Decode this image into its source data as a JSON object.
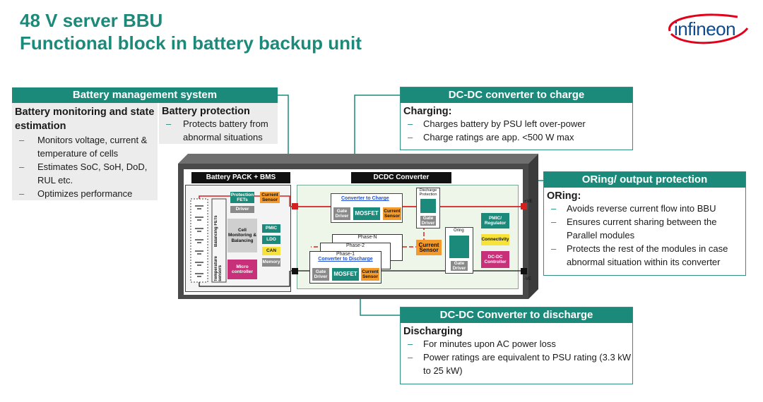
{
  "slide": {
    "title_line1": "48 V server BBU",
    "title_line2": "Functional block in battery backup unit"
  },
  "logo": {
    "text": "infineon",
    "color": "#0d4b8c",
    "accent": "#e2001a"
  },
  "colors": {
    "teal": "#1b8a7a",
    "orange": "#f39a2a",
    "pink": "#c9307a",
    "red": "#d62020",
    "yellow": "#f7e23a"
  },
  "bms_callout": {
    "header": "Battery management system",
    "left_title": "Battery monitoring and state estimation",
    "left_items": [
      "Monitors voltage, current & temperature of cells",
      "Estimates SoC, SoH, DoD, RUL etc.",
      "Optimizes performance"
    ],
    "right_title": "Battery protection",
    "right_items": [
      "Protects battery from abnormal situations"
    ]
  },
  "charge_callout": {
    "header": "DC-DC converter to charge",
    "title": "Charging:",
    "items": [
      "Charges battery by PSU left over-power",
      "Charge ratings are app. <500 W max"
    ]
  },
  "oring_callout": {
    "header": "ORing/ output protection",
    "title": "ORing:",
    "items": [
      "Avoids reverse current flow into BBU",
      "Ensures current sharing between the Parallel modules",
      "Protects the rest of the modules in case abnormal situation within its converter"
    ]
  },
  "discharge_callout": {
    "header": "DC-DC Converter to discharge",
    "title": "Discharging",
    "items": [
      "For minutes upon AC power loss",
      "Power ratings are equivalent to PSU rating (3.3 kW to 25 kW)"
    ]
  },
  "diagram": {
    "pack_label": "Battery PACK + BMS",
    "dcdc_label": "DCDC Converter",
    "protection_fets": "Protection FETs",
    "current_sensor": "Current Sensor",
    "driver": "Driver",
    "balancing_fets": "Balancing FETs",
    "temperature_sensors": "Temperature sensors",
    "cell_monitoring": "Cell Monitoring & Balancing",
    "pmic": "PMIC",
    "ldo": "LDO",
    "can": "CAN",
    "memory": "Memory",
    "micro_controller": "Micro controller",
    "converter_to_charge": "Converter to Charge",
    "gate_driver": "Gate Driver",
    "mosfet": "MOSFET",
    "discharge_protection": "Discharge Protection",
    "phase_n": "Phase-N",
    "phase_2": "Phase-2",
    "phase_1": "Phase-1",
    "converter_to_discharge": "Converter to Discharge",
    "oring": "Oring",
    "pmic_regulator": "PMIC/ Regulator",
    "connectivity": "Connectivity",
    "dcdc_controller": "DC-DC Controller",
    "plus_ve": "+VE",
    "minus_ve": "-VE"
  }
}
